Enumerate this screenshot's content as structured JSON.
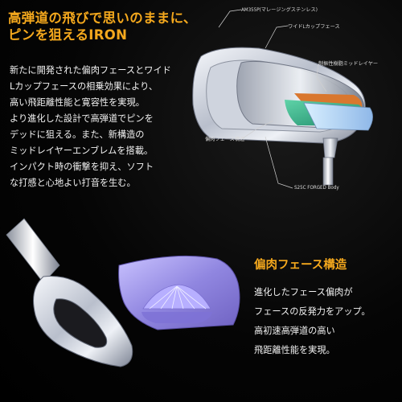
{
  "headline": {
    "line1": "高弾道の飛びで思いのままに、",
    "line2": "ピンを狙えるIRON"
  },
  "description": {
    "lines": [
      "新たに開発された偏肉フェースとワイド",
      "Lカップフェースの相乗効果により、",
      "高い飛距離性能と寛容性を実現。",
      "より進化した設計で高弾道でピンを",
      "デッドに狙える。また、新構造の",
      "ミッドレイヤーエンブレムを搭載。",
      "インパクト時の衝撃を抑え、ソフト",
      "な打感と心地よい打音を生む。"
    ]
  },
  "callouts": {
    "material_face": "AM355P(マレージングステンレス)",
    "wide_l_cup": "ワイドLカップフェース",
    "mid_layer": "制振性樹脂ミッドレイヤー",
    "variable_face": "偏肉フェース構造",
    "body_material": "S25C FORGED Body"
  },
  "feature": {
    "title": "偏肉フェース構造",
    "lines": [
      "進化したフェース偏肉が",
      "フェースの反発力をアップ。",
      "高初速高弾道の高い",
      "飛距離性能を実現。"
    ]
  },
  "colors": {
    "accent": "#f4a81d",
    "background": "#000000",
    "face_purple": "#8b7fd8",
    "layer_green": "#2fae86",
    "layer_orange": "#d9772e"
  }
}
